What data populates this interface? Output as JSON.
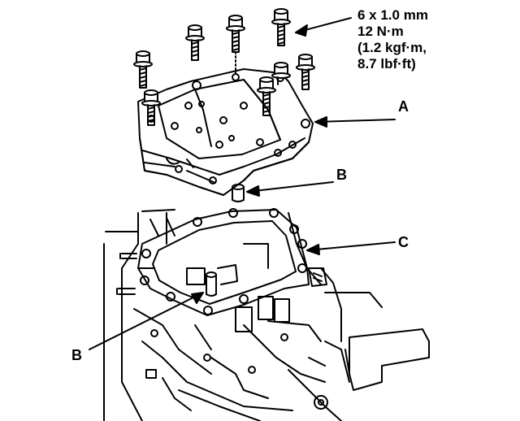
{
  "spec": {
    "line1": "6 x 1.0 mm",
    "line2": "12 N·m",
    "line3": "(1.2 kgf·m,",
    "line4": "8.7 lbf·ft)"
  },
  "callouts": {
    "a": "A",
    "b_upper": "B",
    "c": "C",
    "b_lower": "B"
  },
  "colors": {
    "ink": "#000000",
    "paper": "#ffffff"
  }
}
